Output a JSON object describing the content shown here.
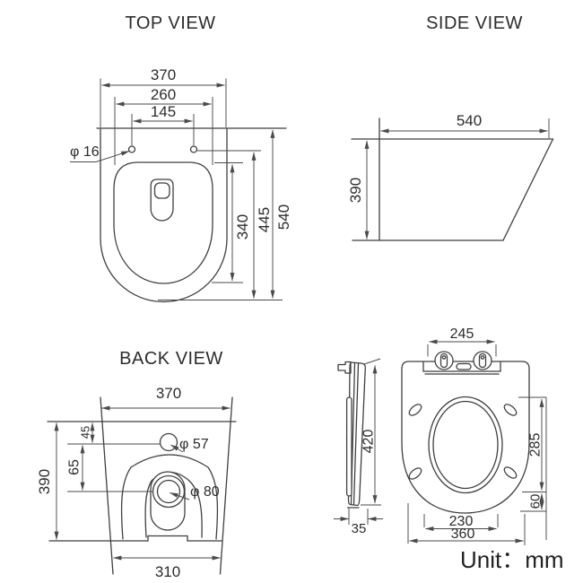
{
  "drawing": {
    "unit": "Unit：mm",
    "top_view": {
      "title": "TOP VIEW",
      "dim_370": "370",
      "dim_260": "260",
      "dim_145": "145",
      "dim_phi16": "φ 16",
      "dim_340": "340",
      "dim_445": "445",
      "dim_540": "540"
    },
    "side_view": {
      "title": "SIDE VIEW",
      "dim_540": "540",
      "dim_390": "390"
    },
    "back_view": {
      "title": "BACK VIEW",
      "dim_370": "370",
      "dim_45": "45",
      "dim_65": "65",
      "dim_390": "390",
      "dim_phi57": "φ 57",
      "dim_phi80": "φ 80",
      "dim_310": "310"
    },
    "seat_view": {
      "dim_245": "245",
      "dim_420": "420",
      "dim_35": "35",
      "dim_285": "285",
      "dim_60": "60",
      "dim_230": "230",
      "dim_360": "360"
    }
  }
}
